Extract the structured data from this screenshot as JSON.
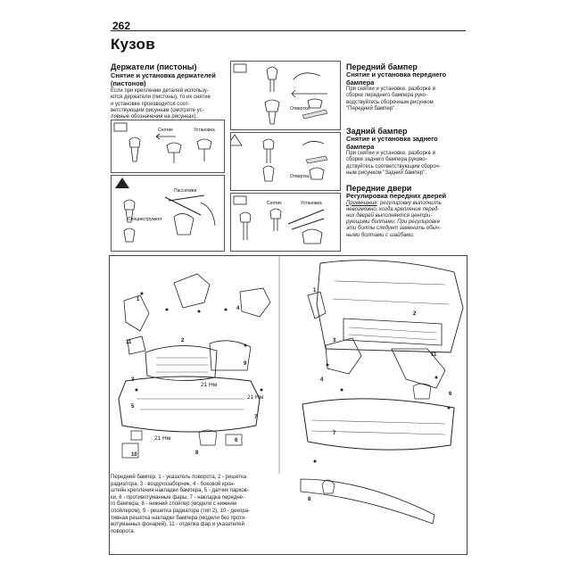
{
  "page_number": "262",
  "chapter_title": "Кузов",
  "left": {
    "heading": "Держатели (пистоны)",
    "subheading": "Снятие и установка держателей (пистонов)",
    "text": [
      "Если при креплении деталей использу-",
      "ются держатели (пистоны), то их снятие",
      "и установке производится соот-",
      "ветствующим рисункам (смотрите ус-",
      "ловные обозначения на рисунках)."
    ]
  },
  "right": {
    "front_bumper": {
      "heading": "Передний бампер",
      "subheading": "Снятие и установка переднего бампера",
      "text": [
        "При снятии и установке, разборке и",
        "сборке переднего бампера руко-",
        "водствуйтесь сборочным рисунком",
        "\"Передний бампер\"."
      ]
    },
    "rear_bumper": {
      "heading": "Задний бампер",
      "subheading": "Снятие и установка заднего бампера",
      "text": [
        "При снятии и установке, разборке и",
        "сборке заднего бампера руково-",
        "дствуйтесь соответствующим сбороч-",
        "ным рисунком \"Задний бампер\"."
      ]
    },
    "front_doors": {
      "heading": "Передние двери",
      "subheading": "Регулировка передних дверей",
      "note_label": "Примечание",
      "text": [
        ": регулировку выполнить",
        "невозможно, когда крепление перед-",
        "них дверей выполняется центри-",
        "рующими болтами. При регулировке",
        "эти болты следует заменить обыч-",
        "ными болтами с шайбами."
      ]
    }
  },
  "diagram_labels": {
    "removal": "Снятие",
    "installation": "Установка",
    "screwdriver": "Отвертка",
    "pliers": "Пассатижи",
    "special_tool": "Специнструмент",
    "torque_21": "21 Нм"
  },
  "diagram_part_numbers": [
    "1",
    "2",
    "3",
    "4",
    "5",
    "6",
    "7",
    "8",
    "9",
    "10",
    "11"
  ],
  "caption_lines": [
    "Передний бампер. 1 - указатель поворота, 2 - решетка",
    "радиатора, 3 - воздухозаборник, 4 - боковой крон-",
    "штейн крепления накладки бампера, 5 - датчик парков-",
    "ки, 6 - противотуманные фары, 7 - накладка передне-",
    "го бампера, 8 - нижний спойлер (модели с нижним",
    "спойлером), 9 - решетка радиатора (тип 2), 10 - декора-",
    "тивная решетка накладки бампера (модели без проти-",
    "вотуманных фонарей), 11 - отделка фар и указателей",
    "поворота."
  ]
}
